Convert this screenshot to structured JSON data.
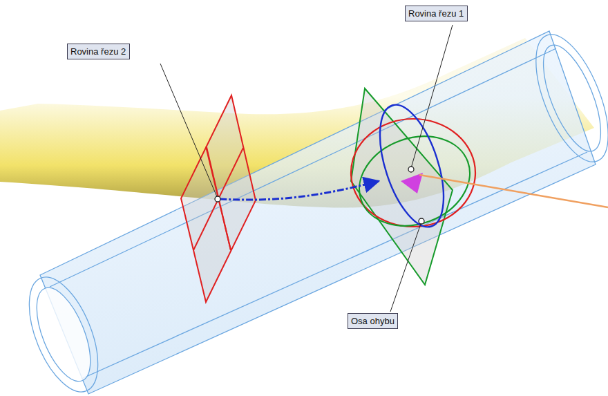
{
  "diagram": {
    "nodes": [
      {
        "text": [
          "Rovina řezu 2"
        ]
      },
      {
        "text": [
          "Rovina řezu 1"
        ]
      },
      {
        "text": [
          "Osa ohybu"
        ]
      }
    ]
  }
}
